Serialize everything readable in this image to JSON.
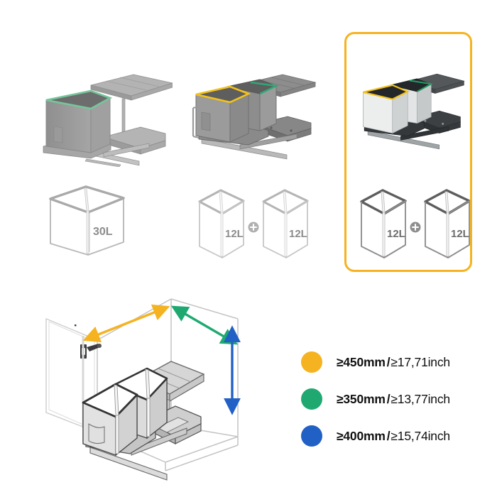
{
  "page": {
    "background_color": "#ffffff",
    "highlight_color": "#f5b321"
  },
  "variants": [
    {
      "id": "variant-1-bin",
      "name": "single-bin-pullout",
      "highlighted": false,
      "body_color": "#a8a8a8",
      "bins": [
        {
          "capacity_label": "30L",
          "rim_color": "#76c59a"
        }
      ],
      "capacity_labels": [
        "30L"
      ],
      "separator": ""
    },
    {
      "id": "variant-2-bins",
      "name": "dual-bin-pullout-grey",
      "highlighted": false,
      "body_color": "#9d9d9d",
      "bins": [
        {
          "capacity_label": "12L",
          "rim_color": "#f2c21c"
        },
        {
          "capacity_label": "12L",
          "rim_color": "#2fa877"
        }
      ],
      "capacity_labels": [
        "12L",
        "12L"
      ],
      "separator": "+"
    },
    {
      "id": "variant-3-bins",
      "name": "dual-bin-pullout-stainless",
      "highlighted": true,
      "body_color": "#d5d7d8",
      "bins": [
        {
          "capacity_label": "12L",
          "rim_color": "#f2c21c"
        },
        {
          "capacity_label": "12L",
          "rim_color": "#1f9d63"
        }
      ],
      "capacity_labels": [
        "12L",
        "12L"
      ],
      "separator": "+"
    }
  ],
  "capacity_row": {
    "cells": [
      {
        "labels": [
          "30L"
        ],
        "separator": "",
        "emphasis": "light"
      },
      {
        "labels": [
          "12L",
          "12L"
        ],
        "separator": "+",
        "emphasis": "light"
      },
      {
        "labels": [
          "12L",
          "12L"
        ],
        "separator": "+",
        "emphasis": "dark"
      }
    ]
  },
  "cabinet": {
    "name": "cabinet-installation-diagram",
    "arrows": [
      {
        "id": "width-arrow",
        "color": "#f5b321",
        "direction": "diagonal-width"
      },
      {
        "id": "depth-arrow",
        "color": "#1fa971",
        "direction": "diagonal-depth"
      },
      {
        "id": "height-arrow",
        "color": "#2160c4",
        "direction": "vertical-height"
      }
    ],
    "hinge_visible": true
  },
  "legend": {
    "rows": [
      {
        "color": "#f5b321",
        "mm": "≥450mm",
        "separator": "/",
        "inch": "≥17,71inch",
        "dimension": "width"
      },
      {
        "color": "#1fa971",
        "mm": "≥350mm",
        "separator": "/",
        "inch": "≥13,77inch",
        "dimension": "depth"
      },
      {
        "color": "#2160c4",
        "mm": "≥400mm",
        "separator": "/",
        "inch": "≥15,74inch",
        "dimension": "height"
      }
    ]
  }
}
